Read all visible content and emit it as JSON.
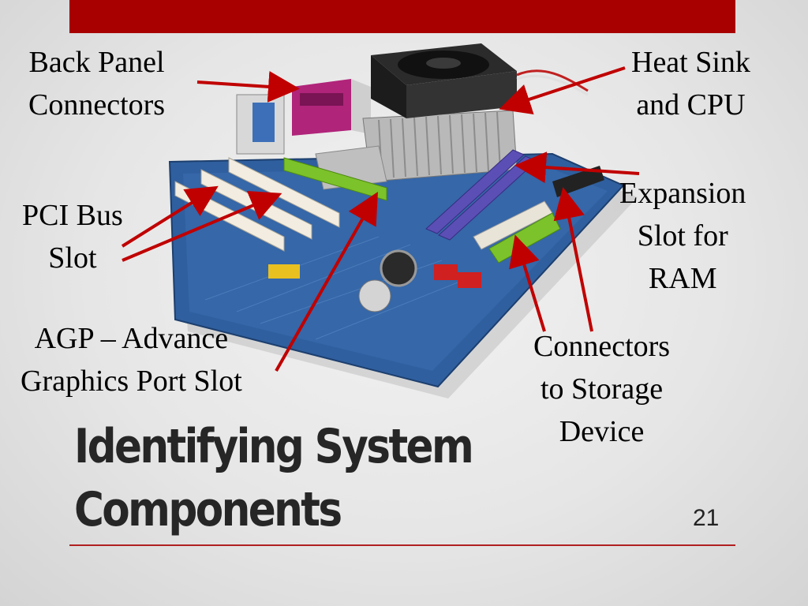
{
  "slide": {
    "title_line1": "Identifying System",
    "title_line2": "Components",
    "page_number": "21"
  },
  "labels": {
    "back_panel": [
      "Back Panel",
      "Connectors"
    ],
    "heat_sink": [
      "Heat Sink",
      "and CPU"
    ],
    "pci_bus": [
      "PCI Bus",
      "Slot"
    ],
    "expansion_ram": [
      "Expansion",
      "Slot for",
      "RAM"
    ],
    "agp": [
      "AGP – Advance",
      "Graphics Port Slot"
    ],
    "storage": [
      "Connectors",
      "to Storage",
      "Device"
    ]
  },
  "colors": {
    "accent_red": "#a80000",
    "arrow_red": "#c00000",
    "board_blue": "#2f5f9e",
    "agp_green": "#7cc22a",
    "ram_purple": "#5b4fb5",
    "pci_white": "#f2ede0"
  }
}
